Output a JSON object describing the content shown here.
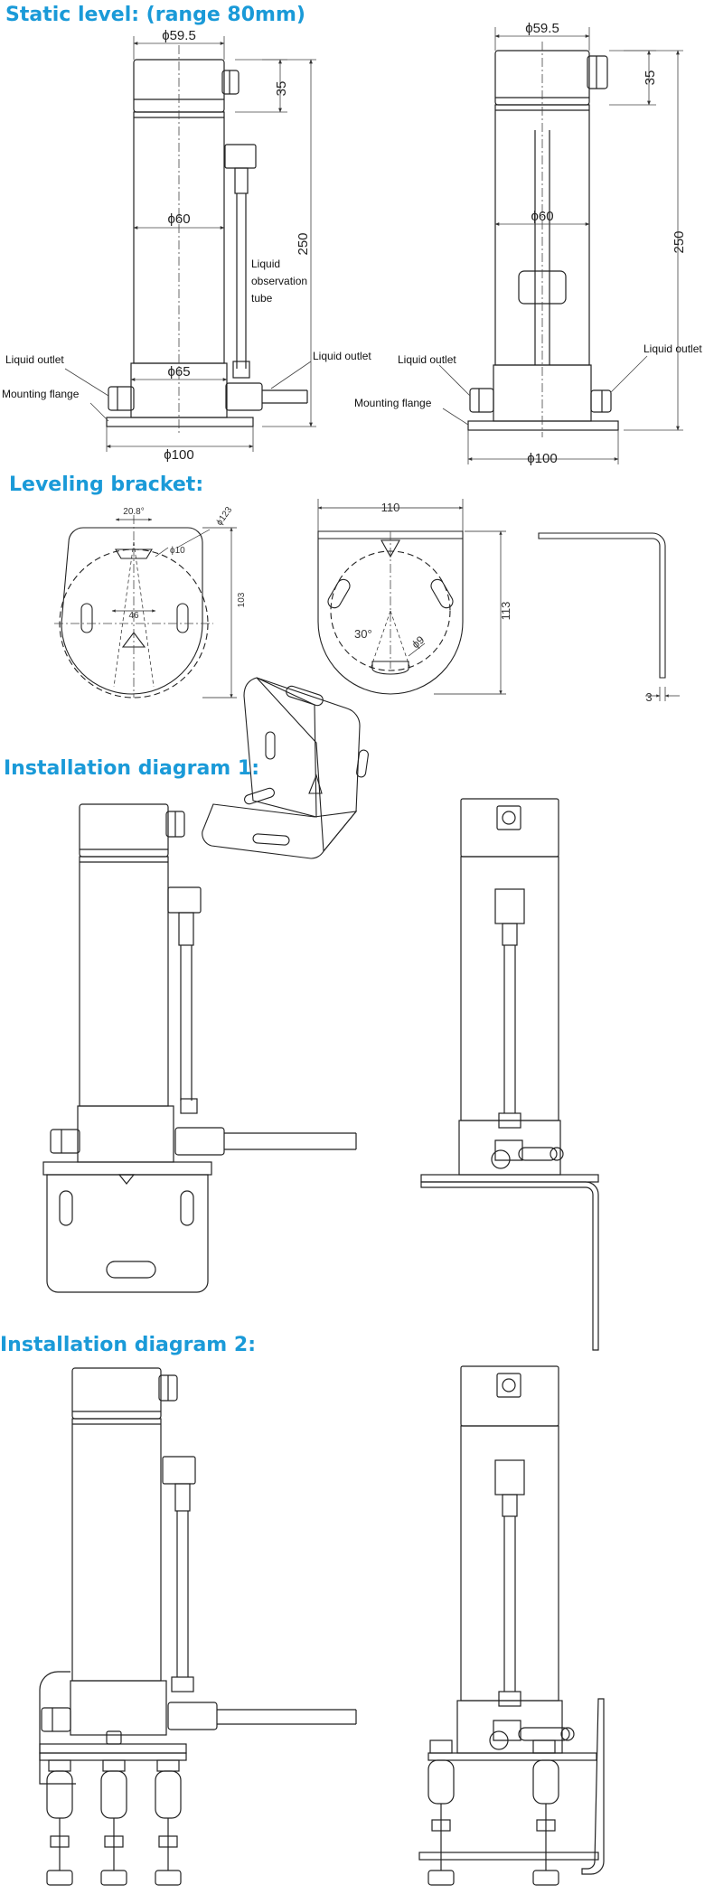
{
  "headings": {
    "static": "Static level: (range 80mm)",
    "bracket": "Leveling bracket:",
    "install1": "Installation diagram 1:",
    "install2": "Installation diagram 2:"
  },
  "static_left": {
    "dim_top_dia": "ϕ59.5",
    "dim_cap_h": "35",
    "dim_body_dia": "ϕ60",
    "dim_height": "250",
    "dim_base_dia": "ϕ65",
    "dim_flange_dia": "ϕ100",
    "label_tube": [
      "Liquid",
      "observation",
      "tube"
    ],
    "label_outlet_left": "Liquid outlet",
    "label_outlet_right": "Liquid outlet",
    "label_flange": "Mounting flange"
  },
  "static_right": {
    "dim_top_dia": "ϕ59.5",
    "dim_cap_h": "35",
    "dim_body_dia": "ϕ60",
    "dim_height": "250",
    "dim_flange_dia": "ϕ100",
    "label_outlet_left": "Liquid outlet",
    "label_outlet_right": "Liquid outlet",
    "label_flange": "Mounting flange"
  },
  "bracket": {
    "dim_angle": "20.8°",
    "dim_circle": "ϕ123",
    "dim_hole": "ϕ10",
    "dim_height_a": "103",
    "dim_offset": "46",
    "dim_width": "110",
    "dim_height_b": "113",
    "dim_angle_b": "30°",
    "dim_hole_b": "ϕ9",
    "dim_thickness": "3"
  },
  "colors": {
    "heading": "#1a9ad8",
    "line": "#222222",
    "dim_line": "#444444"
  }
}
